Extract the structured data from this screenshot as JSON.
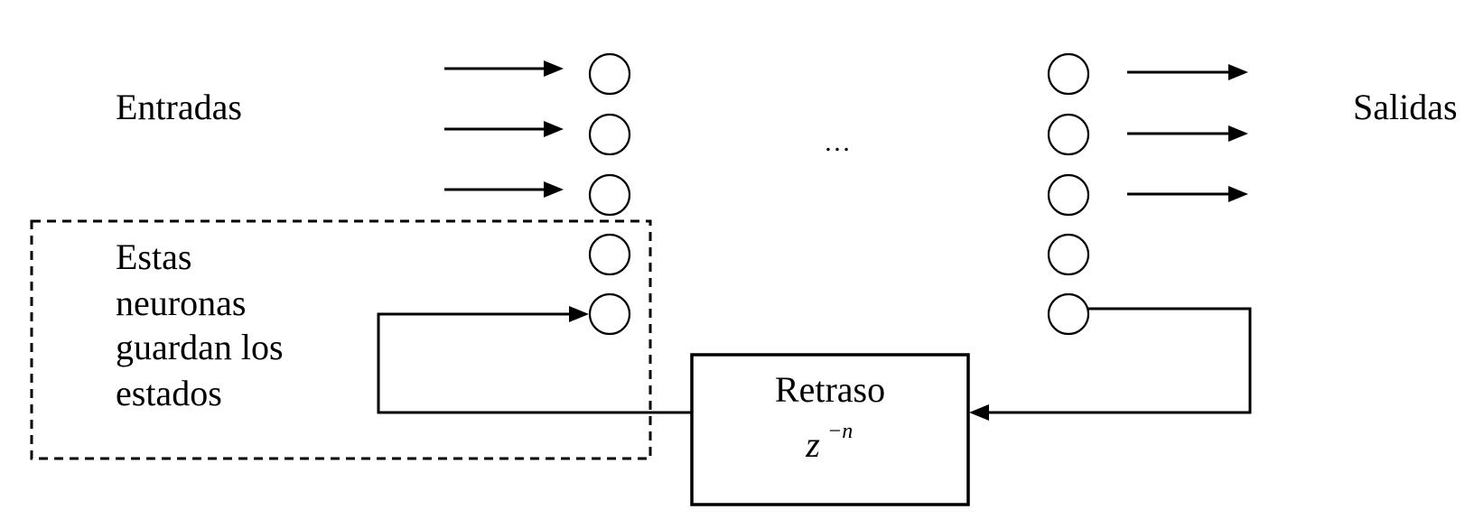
{
  "labels": {
    "inputs": "Entradas",
    "outputs": "Salidas",
    "ellipsis": "…",
    "state_note": [
      "Estas",
      "neuronas",
      "guardan los",
      "estados"
    ],
    "delay_title": "Retraso",
    "delay_var": "z",
    "delay_exp": "−n"
  }
}
